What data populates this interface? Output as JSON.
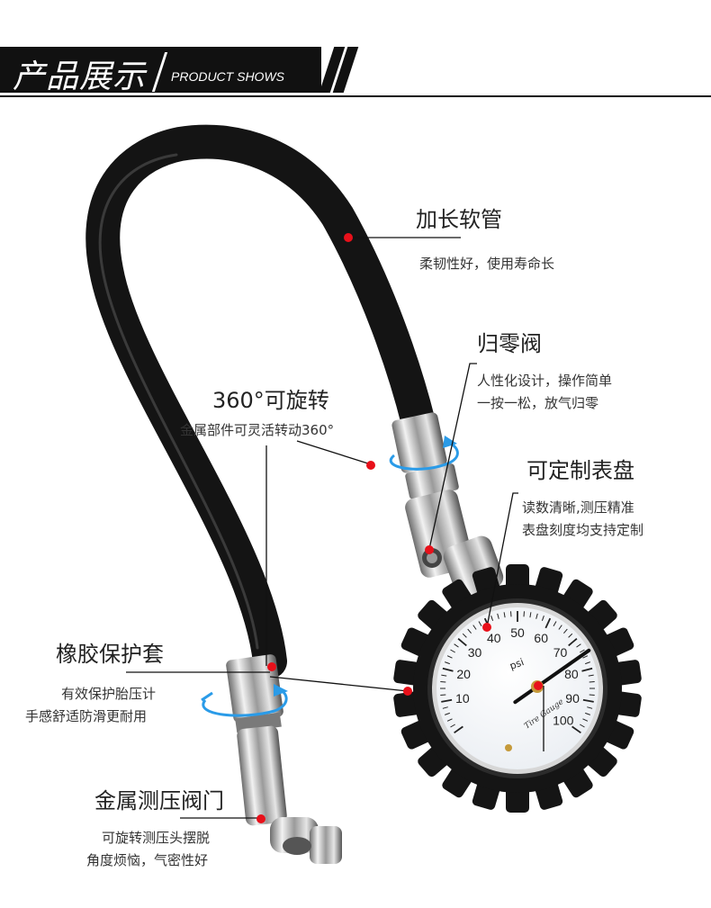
{
  "header": {
    "title_cn": "产品展示",
    "title_en": "PRODUCT SHOWS"
  },
  "callouts": {
    "hose": {
      "title": "加长软管",
      "desc": "柔韧性好，使用寿命长"
    },
    "zero_valve": {
      "title": "归零阀",
      "desc_line1": "人性化设计，操作简单",
      "desc_line2": "一按一松，放气归零"
    },
    "rotate": {
      "title": "360°可旋转",
      "desc": "金属部件可灵活转动360°"
    },
    "dial": {
      "title": "可定制表盘",
      "desc_line1": "读数清晰,测压精准",
      "desc_line2": "表盘刻度均支持定制"
    },
    "rubber": {
      "title": "橡胶保护套",
      "desc_line1": "有效保护胎压计",
      "desc_line2": "手感舒适防滑更耐用"
    },
    "valve": {
      "title": "金属测压阀门",
      "desc_line1": "可旋转测压头摆脱",
      "desc_line2": "角度烦恼，气密性好"
    }
  },
  "gauge": {
    "unit": "psi",
    "brand": "Tire Gauge",
    "ticks": [
      "10",
      "20",
      "30",
      "40",
      "50",
      "60",
      "70",
      "80",
      "90",
      "100"
    ],
    "reading_psi": 72
  },
  "colors": {
    "accent_red": "#e8101a",
    "arrow_blue": "#2a9be8",
    "hose_black": "#141414"
  }
}
